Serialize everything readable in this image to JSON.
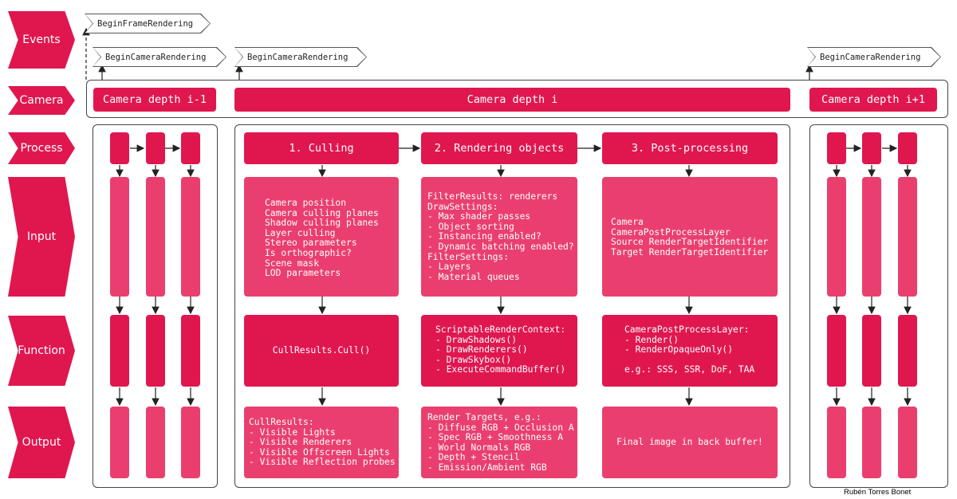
{
  "lanes": [
    "Events",
    "Camera",
    "Process",
    "Input",
    "Function",
    "Output"
  ],
  "events": {
    "frame": "BeginFrameRendering",
    "camera_prev": "BeginCameraRendering",
    "camera_cur": "BeginCameraRendering",
    "camera_next": "BeginCameraRendering"
  },
  "cameras": {
    "prev": "Camera depth i-1",
    "cur": "Camera depth i",
    "next": "Camera depth i+1"
  },
  "stages": [
    {
      "title": "1. Culling",
      "input": "Camera position\nCamera culling planes\nShadow culling planes\nLayer culling\nStereo parameters\nIs orthographic?\nScene mask\nLOD parameters",
      "function": "CullResults.Cull()",
      "output": "CullResults:\n- Visible Lights\n- Visible Renderers\n- Visible Offscreen Lights\n- Visible Reflection probes"
    },
    {
      "title": "2. Rendering objects",
      "input": "FilterResults: renderers\nDrawSettings:\n- Max shader passes\n- Object sorting\n- Instancing enabled?\n- Dynamic batching enabled?\nFilterSettings:\n- Layers\n- Material queues",
      "function": "ScriptableRenderContext:\n- DrawShadows()\n- DrawRenderers()\n- DrawSkybox()\n- ExecuteCommandBuffer()",
      "output": "Render Targets, e.g.:\n- Diffuse RGB + Occlusion A\n- Spec RGB + Smoothness A\n- World Normals RGB\n- Depth + Stencil\n- Emission/Ambient RGB"
    },
    {
      "title": "3. Post-processing",
      "input": "Camera\nCameraPostProcessLayer\nSource RenderTargetIdentifier\nTarget RenderTargetIdentifier",
      "function": "CameraPostProcessLayer:\n- Render()\n- RenderOpaqueOnly()\n\ne.g.: SSS, SSR, DoF, TAA",
      "output": "Final image in back buffer!"
    }
  ],
  "credit": "Rubén Torres Bonet",
  "colors": {
    "primary": "#e0174f",
    "light": "#ea3f6e",
    "frame": "#444444"
  }
}
